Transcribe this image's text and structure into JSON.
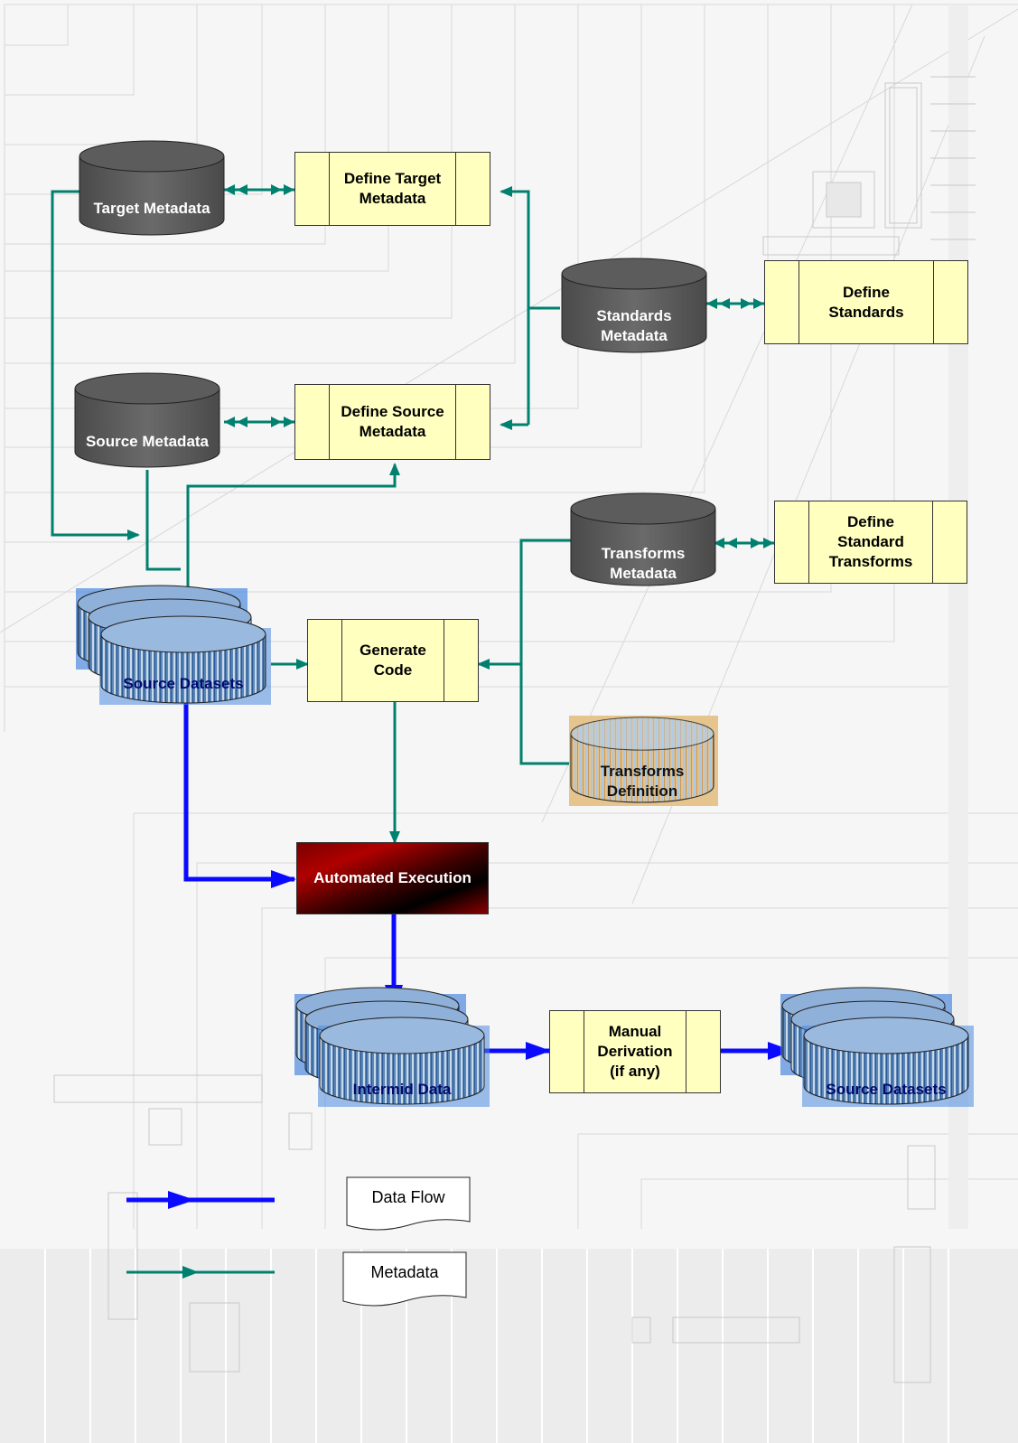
{
  "processes": {
    "define_target_metadata": "Define Target\nMetadata",
    "define_standards": "Define\nStandards",
    "define_source_metadata": "Define Source\nMetadata",
    "define_standard_transforms": "Define\nStandard\nTransforms",
    "generate_code": "Generate\nCode",
    "manual_derivation": "Manual\nDerivation\n(if any)",
    "automated_execution": "Automated Execution"
  },
  "databases": {
    "target_metadata": "Target Metadata",
    "standards_metadata": "Standards\nMetadata",
    "source_metadata": "Source Metadata",
    "transforms_metadata": "Transforms\nMetadata"
  },
  "datasets": {
    "source_datasets_top": "Source Datasets",
    "intermid_data": "Intermid Data",
    "source_datasets_bottom": "Source Datasets",
    "transforms_definition": "Transforms\nDefinition"
  },
  "legend": {
    "data_flow": "Data Flow",
    "metadata": "Metadata"
  },
  "colors": {
    "metadata_line": "#00806e",
    "data_flow_line": "#0a0aff",
    "process_fill": "#ffffc0",
    "database_fill": "#555555"
  }
}
